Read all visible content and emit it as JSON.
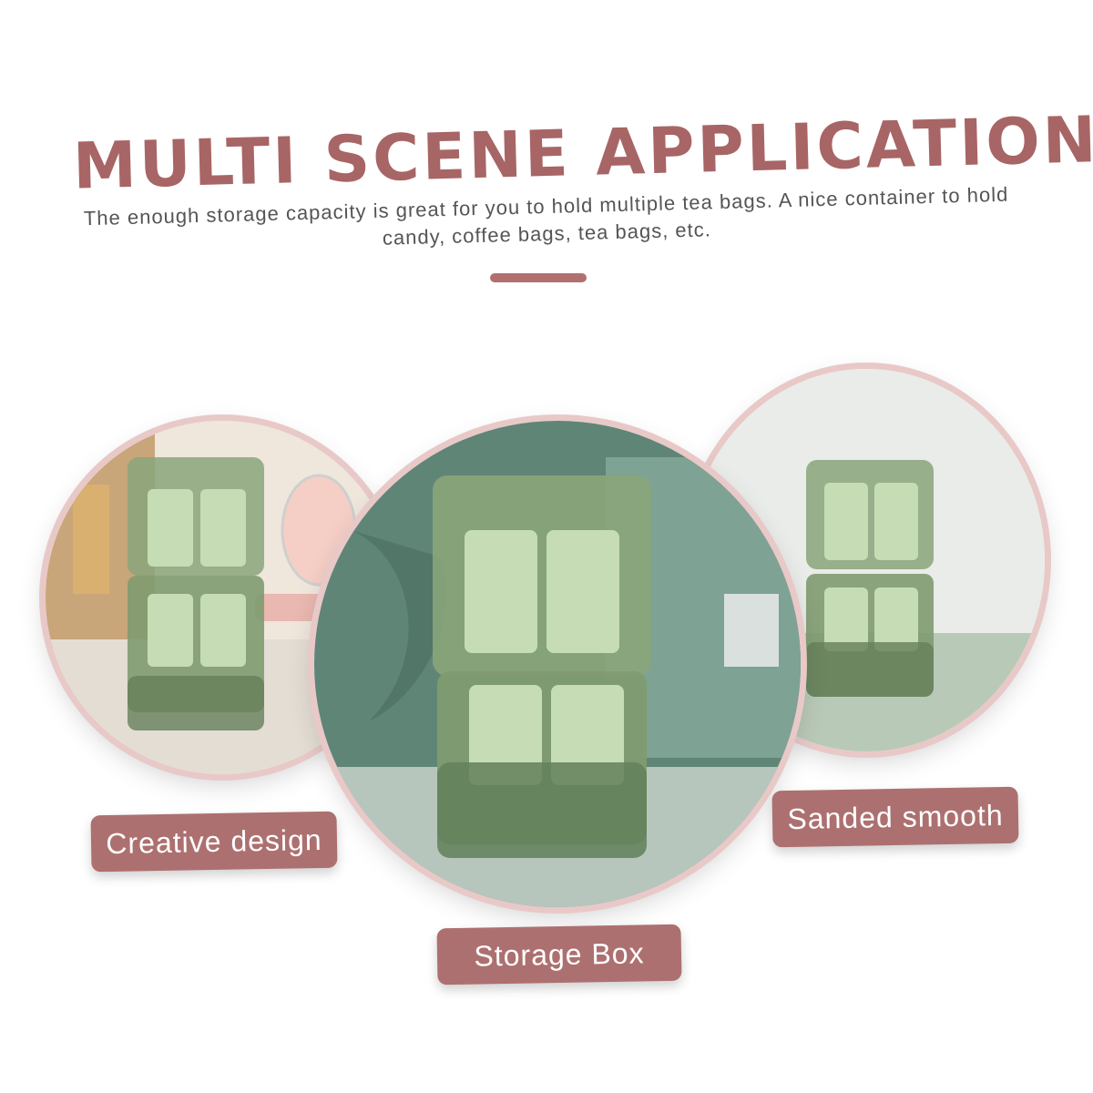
{
  "headline": "MULTI SCENE APPLICATION",
  "description": "The enough storage capacity is great for you to hold multiple tea bags. A nice container to hold candy, coffee bags, tea bags, etc.",
  "labels": {
    "left": "Creative design",
    "center": "Storage Box",
    "right": "Sanded smooth"
  },
  "colors": {
    "accent": "#a86565",
    "badge": "#ad7070",
    "ring": "#e8c9c8",
    "product_green": "#7c9a6c"
  }
}
